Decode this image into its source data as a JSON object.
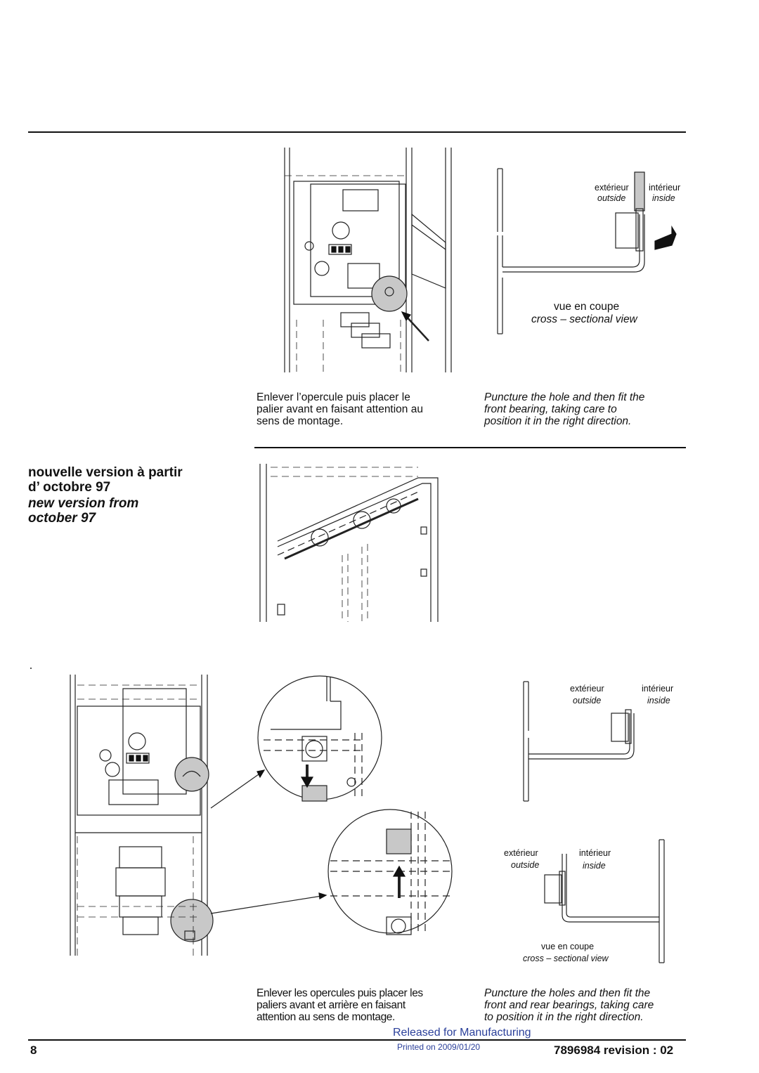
{
  "section1": {
    "instruction_fr": [
      "Enlever l’opercule puis placer le",
      "palier avant en faisant attention au",
      "sens de montage."
    ],
    "instruction_en": [
      "Puncture the hole and then fit the",
      "front bearing, taking care to",
      "position it in the right direction."
    ],
    "labels": {
      "exterieur": "extérieur",
      "interieur": "intérieur",
      "outside": "outside",
      "inside": "inside",
      "vue_en_coupe": "vue en coupe",
      "cross_sectional_view": "cross – sectional view"
    }
  },
  "section2": {
    "heading_fr": [
      "nouvelle version à partir",
      "d’ octobre 97"
    ],
    "heading_en": [
      "new version from",
      "october 97"
    ]
  },
  "section3": {
    "labels_top": {
      "exterieur": "extérieur",
      "interieur": "intérieur",
      "outside": "outside",
      "inside": "inside"
    },
    "labels_bottom": {
      "exterieur": "extérieur",
      "interieur": "intérieur",
      "outside": "outside",
      "inside": "inside",
      "vue_en_coupe": "vue en coupe",
      "cross_sectional_view": "cross – sectional view"
    },
    "instruction_fr": [
      "Enlever les opercules puis placer les",
      "paliers avant et arrière en faisant",
      "attention au sens de montage."
    ],
    "instruction_en": [
      "Puncture the holes and then fit the",
      "front and rear bearings, taking care",
      "to position it in the right direction."
    ]
  },
  "footer": {
    "page_number": "8",
    "released": "Released for Manufacturing",
    "printed": "Printed on 2009/01/20",
    "doc_revision": "7896984 revision : 02"
  }
}
